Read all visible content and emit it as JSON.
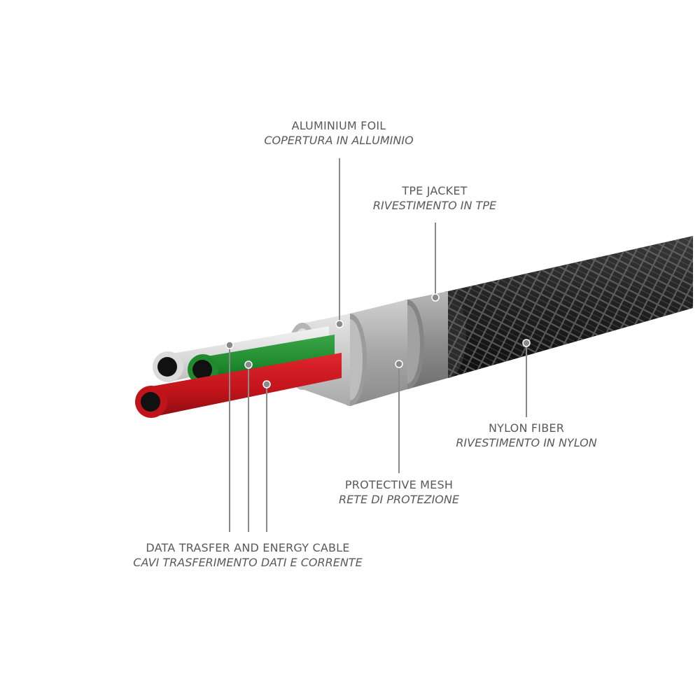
{
  "labels": {
    "aluminium_foil": {
      "en": "ALUMINIUM FOIL",
      "it": "COPERTURA IN ALLUMINIO"
    },
    "tpe_jacket": {
      "en": "TPE JACKET",
      "it": "RIVESTIMENTO IN TPE"
    },
    "nylon_fiber": {
      "en": "NYLON FIBER",
      "it": "RIVESTIMENTO IN NYLON"
    },
    "protective_mesh": {
      "en": "PROTECTIVE MESH",
      "it": "RETE DI PROTEZIONE"
    },
    "data_cable": {
      "en": "DATA TRASFER AND ENERGY CABLE",
      "it": "CAVI TRASFERIMENTO DATI E CORRENTE"
    }
  },
  "colors": {
    "text": "#5a5a5a",
    "leader": "#8a8a8a",
    "nylon": "#1c1c1c",
    "tpe": "#9a9a9a",
    "mesh": "#b0b0b0",
    "foil": "#d4d4d4",
    "wire_white": "#e6e6e6",
    "wire_green": "#1f8a2e",
    "wire_red": "#c0141a"
  }
}
